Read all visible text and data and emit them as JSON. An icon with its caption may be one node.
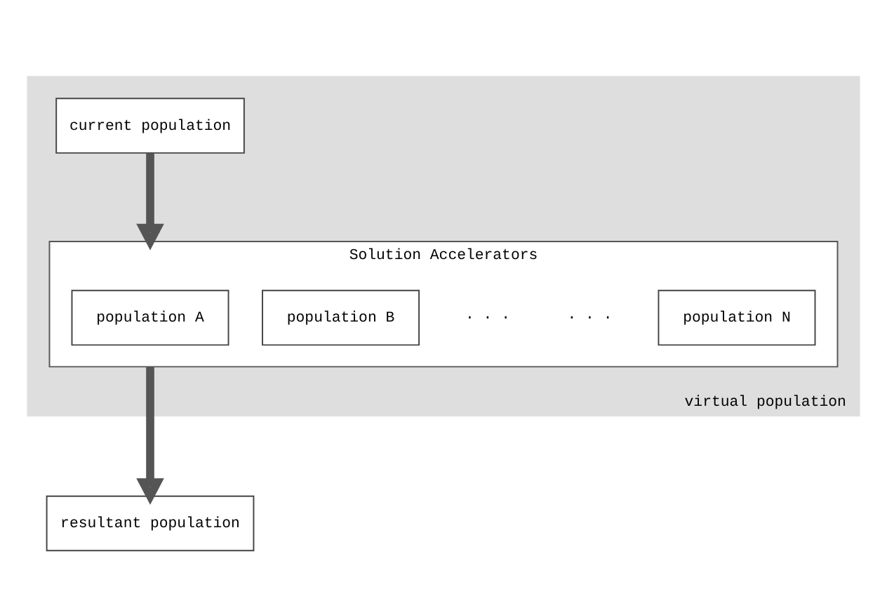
{
  "diagram": {
    "nodes": [
      {
        "text": [
          "virtual population"
        ]
      },
      {
        "text": [
          "current population"
        ],
        "in": 0
      },
      {
        "text": [
          "Solution Accelerators"
        ],
        "in": 0
      },
      {
        "text": [
          "population A"
        ],
        "in": 2
      },
      {
        "text": [
          "population B"
        ],
        "in": 2
      },
      {
        "text": [
          "population N"
        ],
        "in": 2
      },
      {
        "text": [
          "resultant population"
        ]
      }
    ],
    "edges": [
      {
        "from": 1,
        "to": 2,
        "arrow": "to"
      },
      {
        "from": 2,
        "to": 6,
        "arrow": "to"
      }
    ],
    "labels": [
      "· · ·",
      "· · ·"
    ]
  }
}
